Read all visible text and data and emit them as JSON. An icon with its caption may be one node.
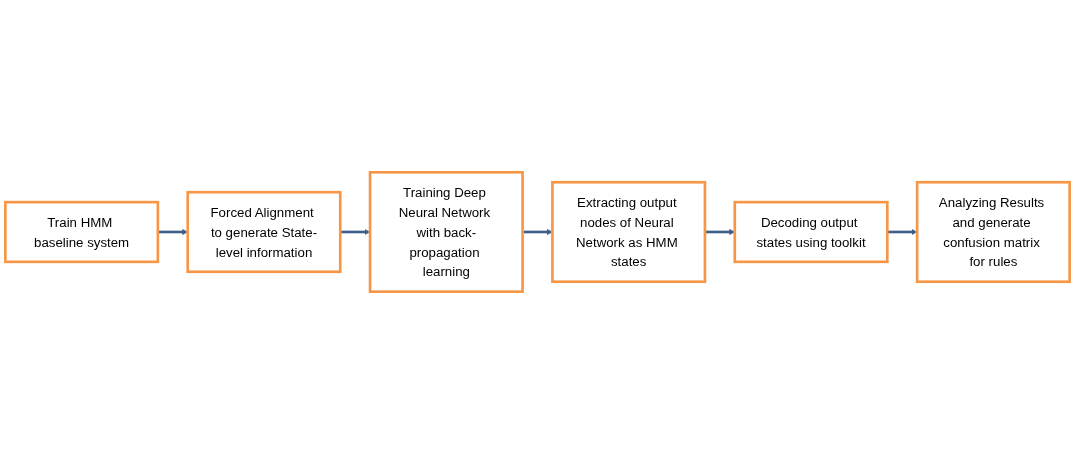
{
  "diagram": {
    "nodes": [
      {
        "text": [
          "Train HMM baseline system"
        ]
      },
      {
        "text": [
          "Forced Alignment to generate State-level information"
        ]
      },
      {
        "text": [
          "Training Deep Neural Network with back-propagation learning"
        ]
      },
      {
        "text": [
          "Extracting output nodes of Neural Network as HMM states"
        ]
      },
      {
        "text": [
          "Decoding output states using toolkit"
        ]
      },
      {
        "text": [
          "Analyzing Results and generate confusion matrix for rules"
        ]
      }
    ],
    "edges": [
      {
        "from": 0,
        "to": 1,
        "arrow": "to"
      },
      {
        "from": 1,
        "to": 2,
        "arrow": "to"
      },
      {
        "from": 2,
        "to": 3,
        "arrow": "to"
      },
      {
        "from": 3,
        "to": 4,
        "arrow": "to"
      },
      {
        "from": 4,
        "to": 5,
        "arrow": "to"
      }
    ]
  }
}
